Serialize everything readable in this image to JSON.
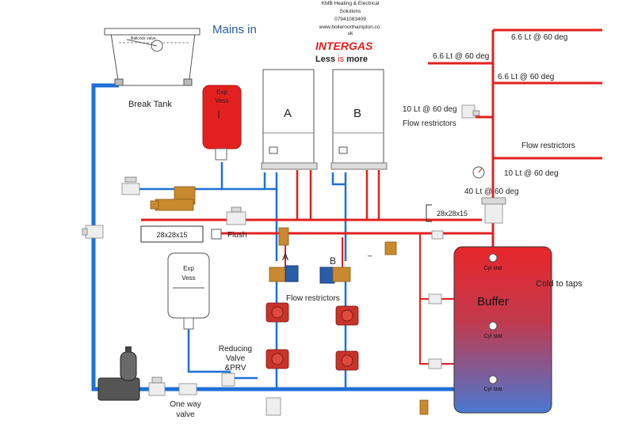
{
  "title": "Mains in",
  "company": {
    "line1": "KMB Heating & Electrical",
    "line2": "Solutions",
    "phone": "07941083409",
    "web1": "www.boilernorthampton.co.",
    "web2": "uk"
  },
  "brand": {
    "name": "INTERGAS",
    "tagline_pre": "Less ",
    "tagline_is": "is",
    "tagline_post": " more",
    "color": "#e32020"
  },
  "break_tank": {
    "label": "Break Tank",
    "float_label": "Ballcock valve"
  },
  "exp_vessel_top": {
    "line1": "Exp",
    "line2": "Vess"
  },
  "exp_vessel_bottom": {
    "line1": "Exp",
    "line2": "Vess"
  },
  "boilers": {
    "a": "A",
    "b": "B"
  },
  "outlets": {
    "o1": "6.6 Lt @ 60 deg",
    "o2": "6.6 Lt @ 60 deg",
    "o3": "6.6 Lt @ 60 deg"
  },
  "restrictor_right_top": {
    "line1": "10 Lt @ 60 deg",
    "line2": "Flow restrictors"
  },
  "restrictor_right_mid": {
    "line1": "Flow restrictors",
    "line2": "10 Lt @ 60 deg"
  },
  "gauge_label": "40 Lt @ 60 deg",
  "size_left": "28x28x15",
  "size_right": "28x28x15",
  "flush": "Flush",
  "pump_labels": {
    "a": "A",
    "b": "B"
  },
  "dash": "_",
  "flow_restrictors_center": "Flow restrictors",
  "buffer": {
    "label": "Buffer",
    "stat1": "Cyl stat",
    "stat2": "Cyl stat",
    "stat3": "Cyl stat",
    "top_color": "#e8262a",
    "bottom_color": "#4a78d2"
  },
  "cold_to_taps": "Cold to taps",
  "reducing_valve": {
    "line1": "Reducing",
    "line2": "Valve",
    "line3": "&PRV"
  },
  "one_way_valve": {
    "line1": "One way",
    "line2": "valve"
  },
  "colors": {
    "cold_pipe": "#1f6fd6",
    "hot_pipe": "#e32020"
  }
}
